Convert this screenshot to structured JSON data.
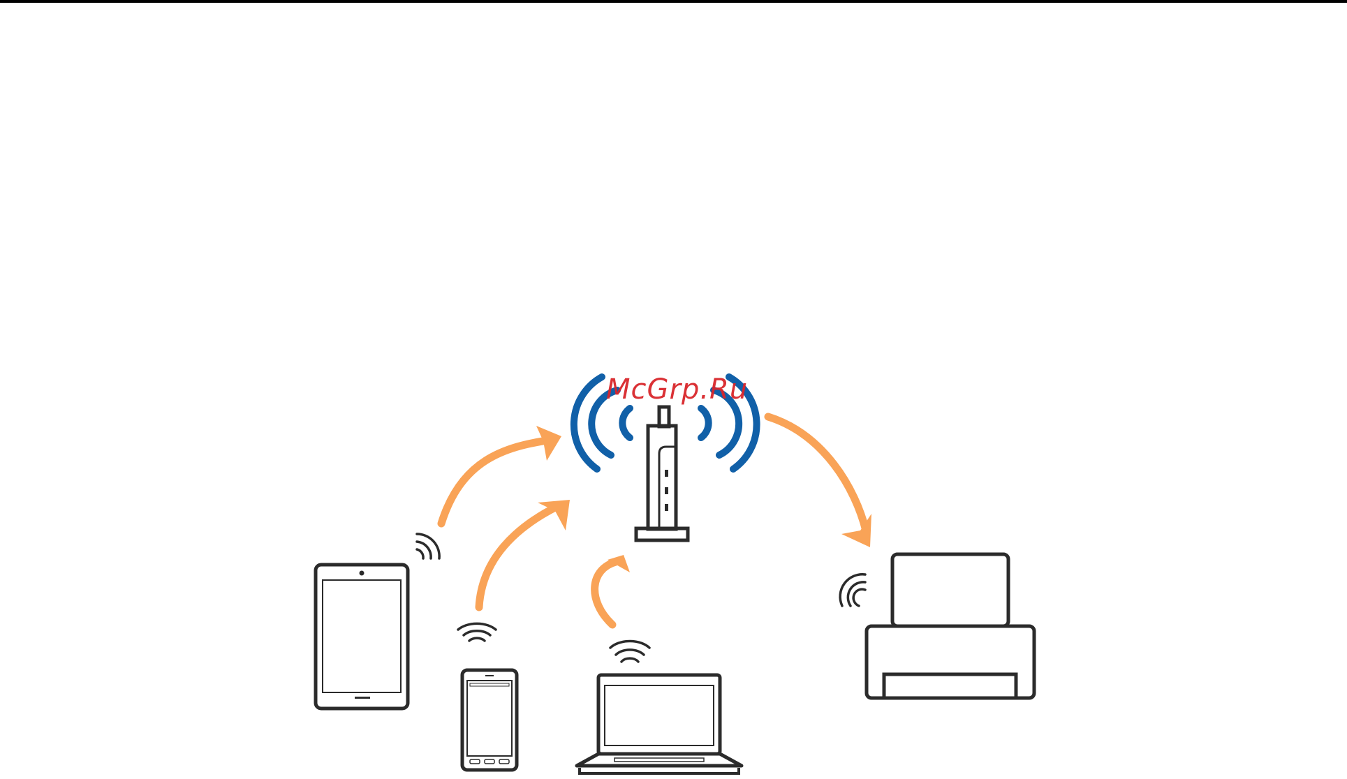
{
  "watermark": {
    "text": "McGrp.Ru"
  },
  "diagram": {
    "nodes": [
      {
        "id": "router",
        "icon": "wifi-router-icon"
      },
      {
        "id": "tablet",
        "icon": "tablet-icon"
      },
      {
        "id": "smartphone",
        "icon": "smartphone-icon"
      },
      {
        "id": "laptop",
        "icon": "laptop-icon"
      },
      {
        "id": "printer",
        "icon": "printer-icon"
      }
    ],
    "edges": [
      {
        "from": "tablet",
        "to": "router"
      },
      {
        "from": "smartphone",
        "to": "router"
      },
      {
        "from": "laptop",
        "to": "router"
      },
      {
        "from": "router",
        "to": "printer"
      }
    ]
  },
  "colors": {
    "arrow": "#f9a357",
    "router_signal": "#1160a8",
    "device_stroke": "#2b2b2b",
    "watermark": "#d9262b"
  }
}
